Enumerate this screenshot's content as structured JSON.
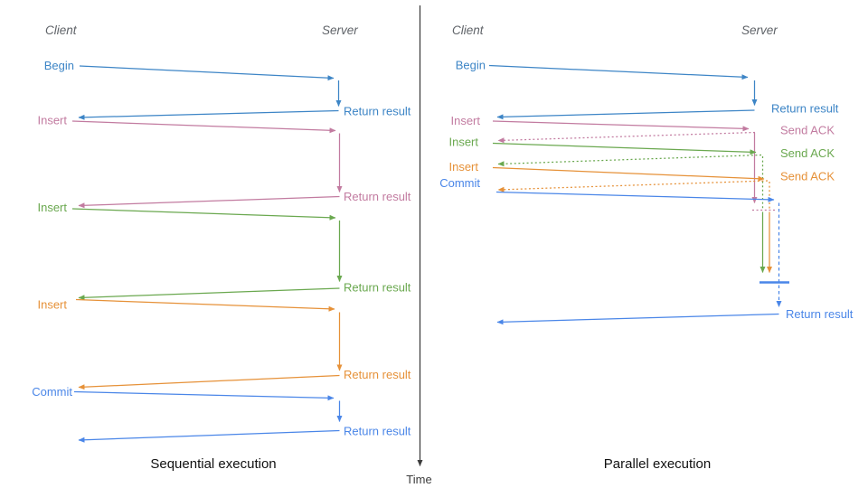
{
  "colors": {
    "blue_begin": "#3d85c6",
    "blue_commit": "#4a86e8",
    "pink": "#c27ba0",
    "green": "#6aa84f",
    "orange": "#e69138",
    "header_gray": "#5f6368",
    "axis_dark": "#3c3c3c",
    "title_dark": "#111111"
  },
  "time_axis": {
    "label": "Time"
  },
  "sequential": {
    "title": "Sequential execution",
    "headers": {
      "client": "Client",
      "server": "Server"
    },
    "steps": [
      {
        "request": "Begin",
        "response": "Return result"
      },
      {
        "request": "Insert",
        "response": "Return result"
      },
      {
        "request": "Insert",
        "response": "Return result"
      },
      {
        "request": "Insert",
        "response": "Return result"
      },
      {
        "request": "Commit",
        "response": "Return result"
      }
    ]
  },
  "parallel": {
    "title": "Parallel execution",
    "headers": {
      "client": "Client",
      "server": "Server"
    },
    "steps": [
      {
        "request": "Begin",
        "response": "Return result"
      },
      {
        "request": "Insert",
        "response": "Send ACK"
      },
      {
        "request": "Insert",
        "response": "Send ACK"
      },
      {
        "request": "Insert",
        "response": "Send ACK"
      },
      {
        "request": "Commit",
        "response": "Return result"
      }
    ]
  }
}
